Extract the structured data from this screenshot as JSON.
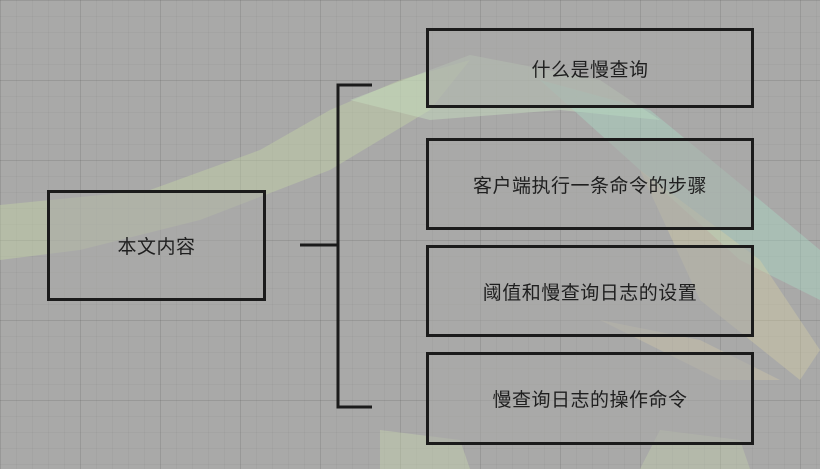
{
  "diagram": {
    "root": {
      "label": "本文内容"
    },
    "children": [
      {
        "label": "什么是慢查询"
      },
      {
        "label": "客户端执行一条命令的步骤"
      },
      {
        "label": "阈值和慢查询日志的设置"
      },
      {
        "label": "慢查询日志的操作命令"
      }
    ]
  },
  "colors": {
    "background": "#a9a9a8",
    "line": "#1b1b1b",
    "text": "#1f1f1f"
  }
}
